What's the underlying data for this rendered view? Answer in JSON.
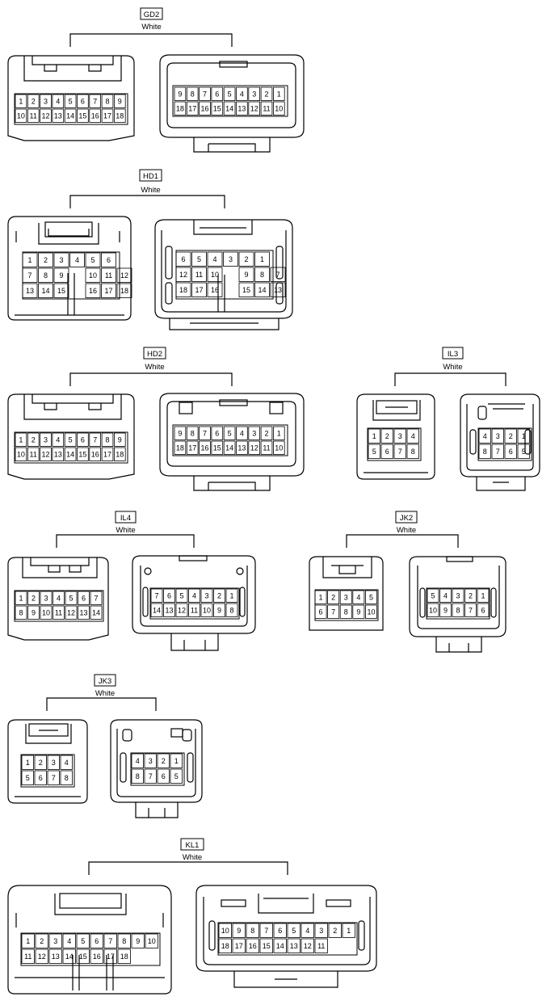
{
  "connectors": [
    {
      "id": "GD2",
      "color": "White"
    },
    {
      "id": "HD1",
      "color": "White"
    },
    {
      "id": "HD2",
      "color": "White"
    },
    {
      "id": "IL3",
      "color": "White"
    },
    {
      "id": "IL4",
      "color": "White"
    },
    {
      "id": "JK2",
      "color": "White"
    },
    {
      "id": "JK3",
      "color": "White"
    },
    {
      "id": "KL1",
      "color": "White"
    }
  ],
  "pins": {
    "gd2_female": [
      [
        "1",
        "2",
        "3",
        "4",
        "5",
        "6",
        "7",
        "8",
        "9"
      ],
      [
        "10",
        "11",
        "12",
        "13",
        "14",
        "15",
        "16",
        "17",
        "18"
      ]
    ],
    "gd2_male": [
      [
        "9",
        "8",
        "7",
        "6",
        "5",
        "4",
        "3",
        "2",
        "1"
      ],
      [
        "18",
        "17",
        "16",
        "15",
        "14",
        "13",
        "12",
        "11",
        "10"
      ]
    ],
    "hd1_female": [
      [
        "1",
        "2",
        "3",
        "4",
        "5",
        "6"
      ],
      [
        "7",
        "8",
        "9",
        "",
        "10",
        "11",
        "12"
      ],
      [
        "13",
        "14",
        "15",
        "",
        "16",
        "17",
        "18"
      ]
    ],
    "hd1_male": [
      [
        "6",
        "5",
        "4",
        "3",
        "2",
        "1"
      ],
      [
        "12",
        "11",
        "10",
        "",
        "9",
        "8",
        "7"
      ],
      [
        "18",
        "17",
        "16",
        "",
        "15",
        "14",
        "13"
      ]
    ],
    "hd2_female": [
      [
        "1",
        "2",
        "3",
        "4",
        "5",
        "6",
        "7",
        "8",
        "9"
      ],
      [
        "10",
        "11",
        "12",
        "13",
        "14",
        "15",
        "16",
        "17",
        "18"
      ]
    ],
    "hd2_male": [
      [
        "9",
        "8",
        "7",
        "6",
        "5",
        "4",
        "3",
        "2",
        "1"
      ],
      [
        "18",
        "17",
        "16",
        "15",
        "14",
        "13",
        "12",
        "11",
        "10"
      ]
    ],
    "il3_female": [
      [
        "1",
        "2",
        "3",
        "4"
      ],
      [
        "5",
        "6",
        "7",
        "8"
      ]
    ],
    "il3_male": [
      [
        "4",
        "3",
        "2",
        "1"
      ],
      [
        "8",
        "7",
        "6",
        "5"
      ]
    ],
    "il4_female": [
      [
        "1",
        "2",
        "3",
        "4",
        "5",
        "6",
        "7"
      ],
      [
        "8",
        "9",
        "10",
        "11",
        "12",
        "13",
        "14"
      ]
    ],
    "il4_male": [
      [
        "7",
        "6",
        "5",
        "4",
        "3",
        "2",
        "1"
      ],
      [
        "14",
        "13",
        "12",
        "11",
        "10",
        "9",
        "8"
      ]
    ],
    "jk2_female": [
      [
        "1",
        "2",
        "3",
        "4",
        "5"
      ],
      [
        "6",
        "7",
        "8",
        "9",
        "10"
      ]
    ],
    "jk2_male": [
      [
        "5",
        "4",
        "3",
        "2",
        "1"
      ],
      [
        "10",
        "9",
        "8",
        "7",
        "6"
      ]
    ],
    "jk3_female": [
      [
        "1",
        "2",
        "3",
        "4"
      ],
      [
        "5",
        "6",
        "7",
        "8"
      ]
    ],
    "jk3_male": [
      [
        "4",
        "3",
        "2",
        "1"
      ],
      [
        "8",
        "7",
        "6",
        "5"
      ]
    ],
    "kl1_female": [
      [
        "1",
        "2",
        "3",
        "4",
        "5",
        "6",
        "7",
        "8",
        "9",
        "10"
      ],
      [
        "11",
        "12",
        "13",
        "14",
        "15",
        "16",
        "17",
        "18"
      ]
    ],
    "kl1_male": [
      [
        "10",
        "9",
        "8",
        "7",
        "6",
        "5",
        "4",
        "3",
        "2",
        "1"
      ],
      [
        "18",
        "17",
        "16",
        "15",
        "14",
        "13",
        "12",
        "11"
      ]
    ]
  }
}
